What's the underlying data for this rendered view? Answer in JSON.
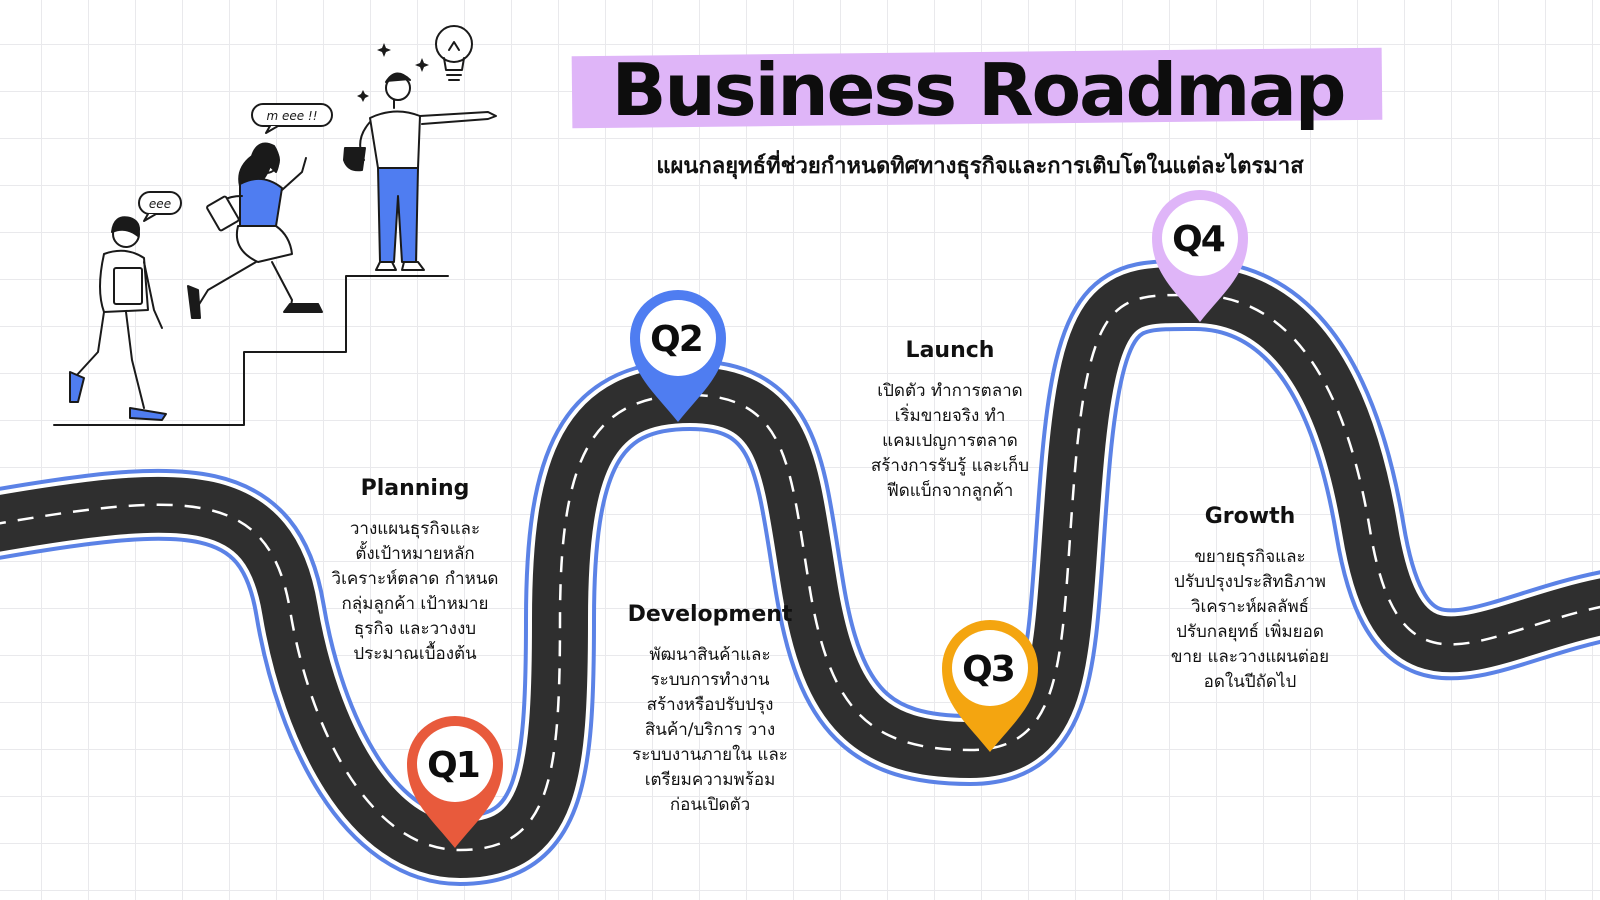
{
  "header": {
    "title": "Business Roadmap",
    "subtitle": "แผนกลยุทธ์ที่ช่วยกำหนดทิศทางธุรกิจและการเติบโตในแต่ละไตรมาส"
  },
  "colors": {
    "title_highlight": "#dfb5f8",
    "road": "#2f2f2f",
    "road_outline": "#5b82e6",
    "lane_marking": "#ffffff",
    "q1_pin": "#e85a3c",
    "q2_pin": "#4f7df1",
    "q3_pin": "#f4a510",
    "q4_pin": "#dfb5f8"
  },
  "milestones": [
    {
      "pin": "Q1",
      "title": "Planning",
      "description": "วางแผนธุรกิจและ\nตั้งเป้าหมายหลัก\nวิเคราะห์ตลาด กำหนด\nกลุ่มลูกค้า เป้าหมาย\nธุรกิจ และวางงบ\nประมาณเบื้องต้น"
    },
    {
      "pin": "Q2",
      "title": "Development",
      "description": "พัฒนาสินค้าและ\nระบบการทำงาน\nสร้างหรือปรับปรุง\nสินค้า/บริการ วาง\nระบบงานภายใน และ\nเตรียมความพร้อม\nก่อนเปิดตัว"
    },
    {
      "pin": "Q3",
      "title": "Launch",
      "description": "เปิดตัว ทำการตลาด\nเริ่มขายจริง ทำ\nแคมเปญการตลาด\nสร้างการรับรู้ และเก็บ\nฟีดแบ็กจากลูกค้า"
    },
    {
      "pin": "Q4",
      "title": "Growth",
      "description": "ขยายธุรกิจและ\nปรับปรุงประสิทธิภาพ\nวิเคราะห์ผลลัพธ์\nปรับกลยุทธ์ เพิ่มยอด\nขาย และวางแผนต่อย\nอดในปีถัดไป"
    }
  ],
  "illustration": {
    "bubble_1": "eee",
    "bubble_2": "m eee !!",
    "icons": [
      "lightbulb-icon",
      "sparkle-icon",
      "speech-bubble-icon"
    ]
  }
}
